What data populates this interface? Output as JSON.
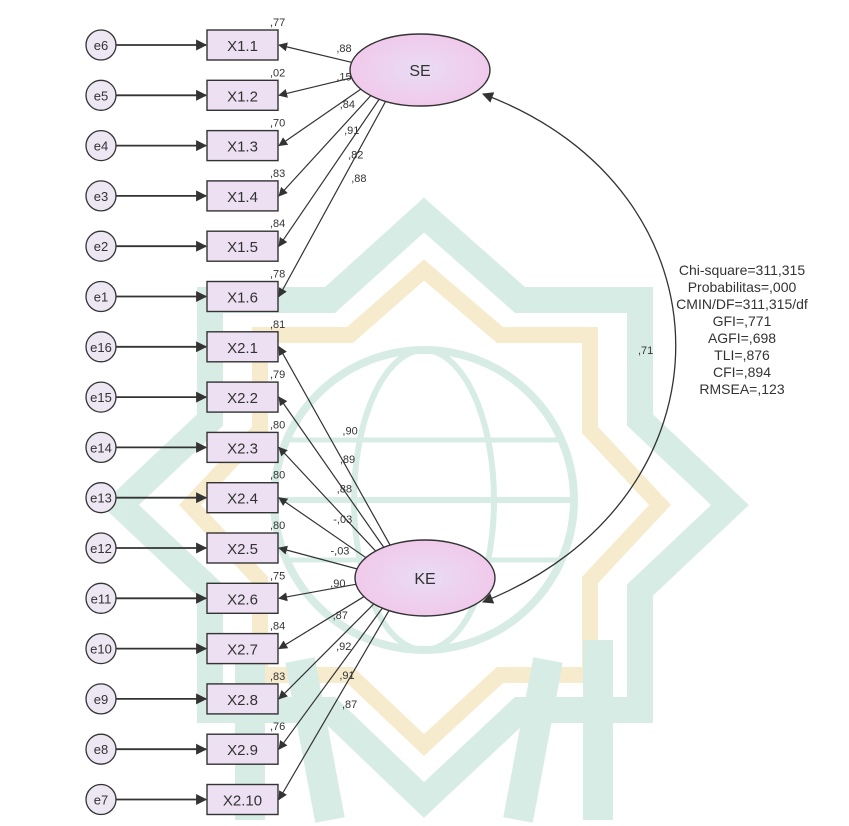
{
  "colors": {
    "stroke": "#333333",
    "box_fill": "#ece0f2",
    "error_fill": "#ede6f3",
    "latent_fill": "#e7d7f0",
    "latent_fill_edge": "#f1c9ec",
    "watermark_green": "#d3ebe2",
    "watermark_gold": "#f6e9c8",
    "text": "#333333"
  },
  "latents": {
    "se": "SE",
    "ke": "KE"
  },
  "correlation": ",71",
  "se_indicators": [
    {
      "name": "X1.1",
      "error": "e6",
      "loading": ",88",
      "r2": ",77"
    },
    {
      "name": "X1.2",
      "error": "e5",
      "loading": ",15",
      "r2": ",02"
    },
    {
      "name": "X1.3",
      "error": "e4",
      "loading": ",84",
      "r2": ",70"
    },
    {
      "name": "X1.4",
      "error": "e3",
      "loading": ",91",
      "r2": ",83"
    },
    {
      "name": "X1.5",
      "error": "e2",
      "loading": ",82",
      "r2": ",84"
    },
    {
      "name": "X1.6",
      "error": "e1",
      "loading": ",88",
      "r2": ",78"
    }
  ],
  "ke_indicators": [
    {
      "name": "X2.1",
      "error": "e16",
      "loading": ",90",
      "r2": ",81"
    },
    {
      "name": "X2.2",
      "error": "e15",
      "loading": ",89",
      "r2": ",79"
    },
    {
      "name": "X2.3",
      "error": "e14",
      "loading": ",88",
      "r2": ",80"
    },
    {
      "name": "X2.4",
      "error": "e13",
      "loading": "-,03",
      "r2": ",80"
    },
    {
      "name": "X2.5",
      "error": "e12",
      "loading": "-,03",
      "r2": ",80"
    },
    {
      "name": "X2.6",
      "error": "e11",
      "loading": ",90",
      "r2": ",75"
    },
    {
      "name": "X2.7",
      "error": "e10",
      "loading": ",87",
      "r2": ",84"
    },
    {
      "name": "X2.8",
      "error": "e9",
      "loading": ",92",
      "r2": ",83"
    },
    {
      "name": "X2.9",
      "error": "e8",
      "loading": ",91",
      "r2": ",76"
    },
    {
      "name": "X2.10",
      "error": "e7",
      "loading": ",87",
      "r2": ""
    }
  ],
  "fit_statistics": [
    "Chi-square=311,315",
    "Probabilitas=,000",
    "CMIN/DF=311,315/df",
    "GFI=,771",
    "AGFI=,698",
    "TLI=,876",
    "CFI=,894",
    "RMSEA=,123"
  ]
}
